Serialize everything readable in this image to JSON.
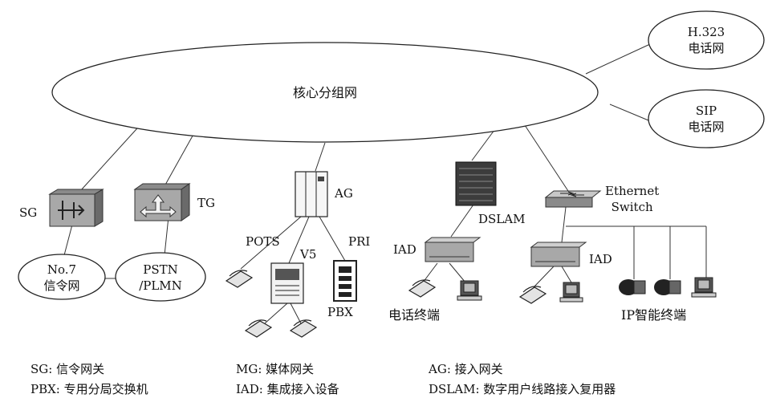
{
  "clouds": {
    "core": "核心分组网",
    "h323": [
      "H.323",
      "电话网"
    ],
    "sip": [
      "SIP",
      "电话网"
    ],
    "no7": [
      "No.7",
      "信令网"
    ],
    "pstn": [
      "PSTN",
      "/PLMN"
    ]
  },
  "labels": {
    "sg": "SG",
    "tg": "TG",
    "ag": "AG",
    "pots": "POTS",
    "v5": "V5",
    "pri": "PRI",
    "pbx": "PBX",
    "dslam": "DSLAM",
    "ethernet_switch": [
      "Ethernet",
      "Switch"
    ],
    "iad_left": "IAD",
    "iad_right": "IAD",
    "phone_terminal": "电话终端",
    "ip_terminal": "IP智能终端"
  },
  "legend": {
    "col1": [
      "SG: 信令网关",
      "PBX: 专用分局交换机"
    ],
    "col2": [
      "MG: 媒体网关",
      "IAD: 集成接入设备"
    ],
    "col3": [
      "AG: 接入网关",
      "DSLAM: 数字用户线路接入复用器"
    ]
  }
}
